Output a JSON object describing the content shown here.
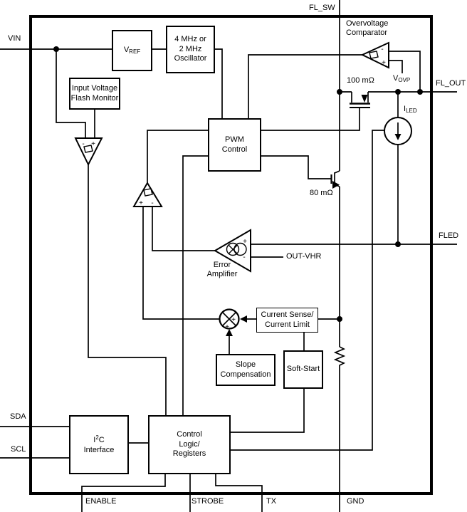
{
  "diagram_title": "LED flash driver functional block diagram",
  "colors": {
    "line": "#000000",
    "background": "#ffffff"
  },
  "pins": {
    "vin": "VIN",
    "fl_sw": "FL_SW",
    "fl_out": "FL_OUT",
    "fled": "FLED",
    "sda": "SDA",
    "scl": "SCL",
    "enable": "ENABLE",
    "strobe": "STROBE",
    "tx": "TX",
    "gnd": "GND"
  },
  "blocks": {
    "vref": {
      "main": "V",
      "sub": "REF"
    },
    "oscillator": {
      "label": "4 MHz or\n2 MHz\nOscillator"
    },
    "flash_monitor": {
      "label": "Input Voltage\nFlash Monitor"
    },
    "pwm": {
      "label": "PWM\nControl"
    },
    "current_sense": {
      "label": "Current Sense/\nCurrent Limit"
    },
    "slope": {
      "label": "Slope\nCompensation"
    },
    "soft_start": {
      "label": "Soft-Start"
    },
    "i2c": {
      "pre": "I",
      "sup": "2",
      "post": "C",
      "line2": "Interface"
    },
    "control_logic": {
      "label": "Control\nLogic/\nRegisters"
    }
  },
  "annotations": {
    "overvoltage_comparator": "Overvoltage\nComparator",
    "r100": "100 mΩ",
    "r80": "80 mΩ",
    "vovp": {
      "main": "V",
      "sub": "OVP"
    },
    "iled": {
      "main": "I",
      "sub": "LED"
    },
    "out_vhr": "OUT-VHR",
    "error_amplifier": "Error\nAmplifier"
  },
  "glyphs": {
    "plus": "+",
    "minus": "-"
  }
}
